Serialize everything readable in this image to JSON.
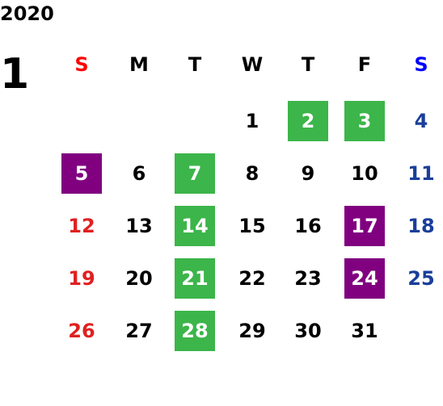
{
  "calendar": {
    "year": "2020",
    "month": "1",
    "weekday_headers": [
      "S",
      "M",
      "T",
      "W",
      "T",
      "F",
      "S"
    ],
    "colors": {
      "sunday": "#e02020",
      "saturday": "#1a3e9a",
      "weekday": "#000000",
      "green_highlight": "#3cb54a",
      "purple_highlight": "#800080",
      "highlight_text": "#ffffff",
      "header_sunday": "#ff0000",
      "header_saturday": "#0000ff"
    },
    "weeks": [
      [
        null,
        null,
        null,
        "1",
        "2",
        "3",
        "4"
      ],
      [
        "5",
        "6",
        "7",
        "8",
        "9",
        "10",
        "11"
      ],
      [
        "12",
        "13",
        "14",
        "15",
        "16",
        "17",
        "18"
      ],
      [
        "19",
        "20",
        "21",
        "22",
        "23",
        "24",
        "25"
      ],
      [
        "26",
        "27",
        "28",
        "29",
        "30",
        "31",
        null
      ]
    ],
    "highlights": {
      "2": "green",
      "3": "green",
      "5": "purple",
      "7": "green",
      "14": "green",
      "17": "purple",
      "21": "green",
      "24": "purple",
      "28": "green"
    }
  }
}
